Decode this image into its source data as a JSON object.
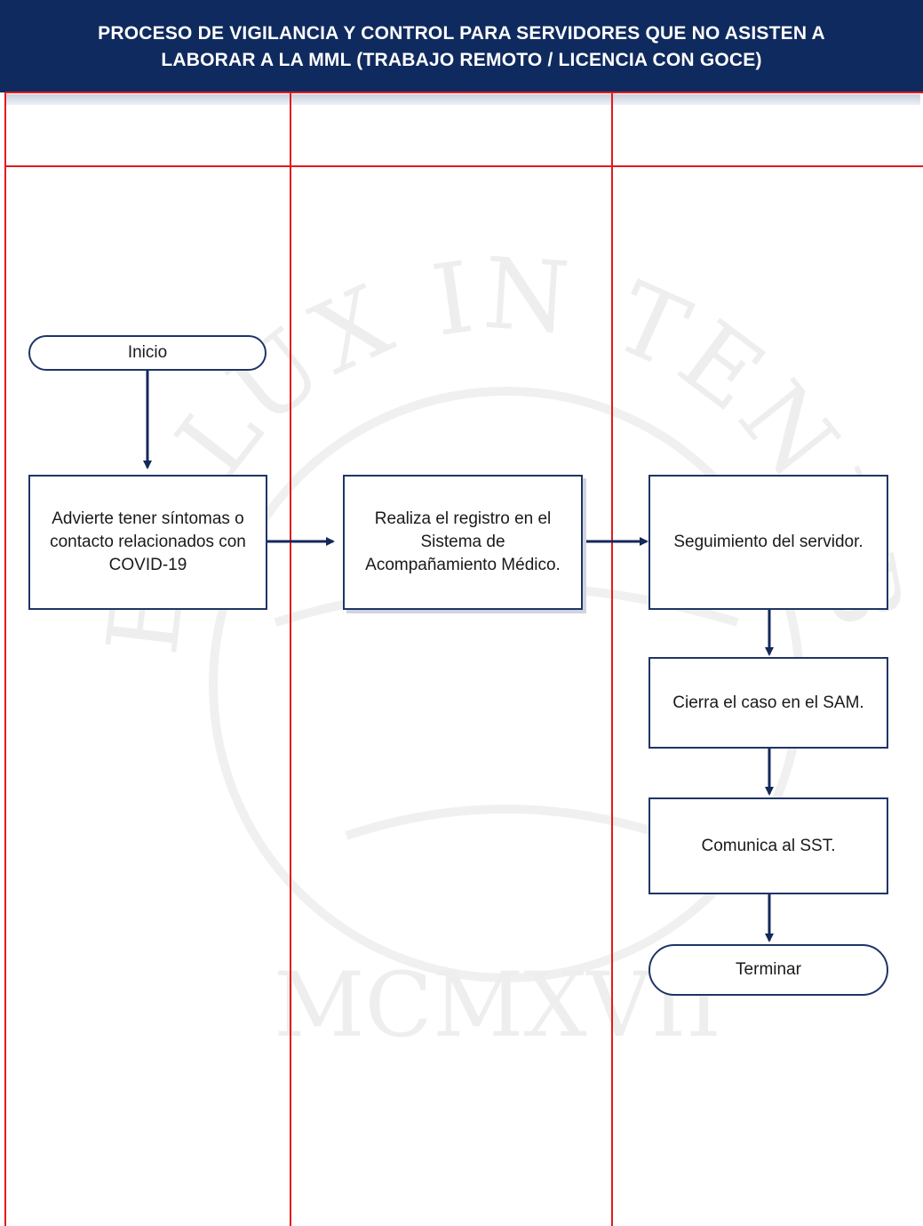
{
  "header": {
    "title_line1": "PROCESO DE VIGILANCIA Y CONTROL PARA SERVIDORES QUE NO ASISTEN A",
    "title_line2": "LABORAR A LA MML (TRABAJO REMOTO / LICENCIA CON GOCE)"
  },
  "nodes": {
    "start": "Inicio",
    "step1": "Advierte tener síntomas o contacto relacionados con COVID-19",
    "step2": "Realiza el registro en el Sistema de Acompañamiento Médico.",
    "step3": "Seguimiento del servidor.",
    "step4": "Cierra el caso en el SAM.",
    "step5": "Comunica al SST.",
    "end": "Terminar"
  },
  "watermark": {
    "arc_text": "ET LUX IN TENEBRIS LUCET",
    "numeral": "MCMXVII"
  },
  "colors": {
    "header_bg": "#0f2a5e",
    "lane_lines": "#e21b1b",
    "shape_border": "#1f3466",
    "arrows": "#14285a"
  }
}
